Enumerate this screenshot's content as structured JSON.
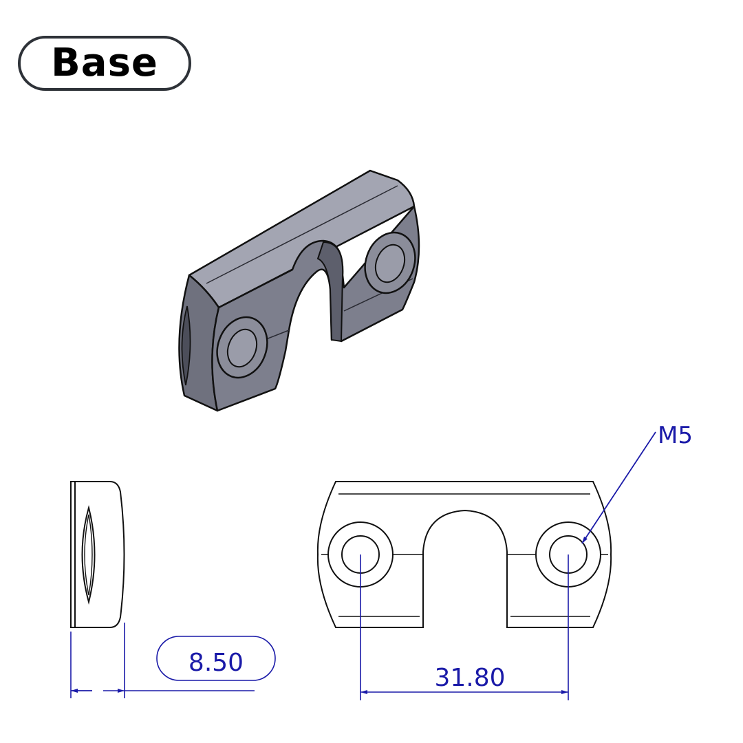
{
  "title": "Base",
  "dimensions": {
    "thickness": "8.50",
    "hole_spacing": "31.80",
    "thread": "M5"
  },
  "colors": {
    "dimension": "#1a1aa8",
    "outline": "#111111",
    "part_body": "#7d7f8d",
    "part_top": "#9fa1ae",
    "part_dark": "#5b5d6a",
    "title_border": "#2e3238"
  }
}
